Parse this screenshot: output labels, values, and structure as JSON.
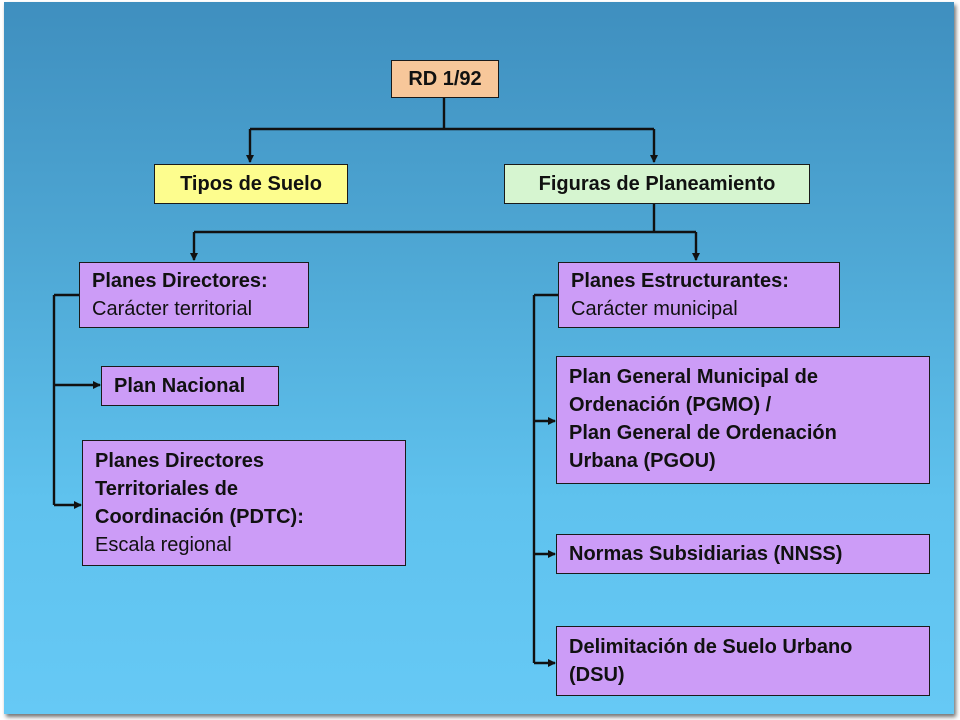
{
  "nodes": {
    "root": {
      "title": "RD 1/92"
    },
    "tipos": {
      "title": "Tipos de Suelo"
    },
    "figuras": {
      "title": "Figuras de Planeamiento"
    },
    "directores": {
      "title": "Planes Directores:",
      "subtitle": "Carácter territorial"
    },
    "estructurantes": {
      "title": "Planes Estructurantes:",
      "subtitle": "Carácter municipal"
    },
    "nacional": {
      "title": "Plan Nacional"
    },
    "pdtc": {
      "title": "Planes Directores\nTerritoriales de\nCoordinación (PDTC):",
      "subtitle": "Escala regional"
    },
    "pgmo": {
      "title": "Plan General Municipal de\nOrdenación (PGMO) /\nPlan General de Ordenación\nUrbana (PGOU)"
    },
    "nnss": {
      "title": "Normas Subsidiarias (NNSS)"
    },
    "dsu": {
      "title": "Delimitación de Suelo Urbano\n(DSU)"
    }
  }
}
